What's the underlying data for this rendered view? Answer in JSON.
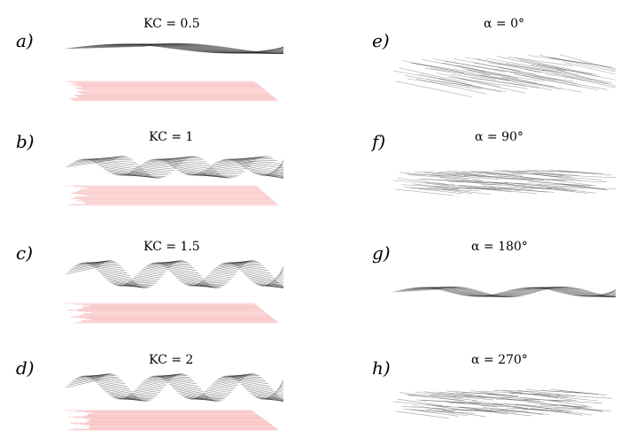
{
  "figure": {
    "left_column": {
      "panels": [
        {
          "label": "a)",
          "title": "KC = 0.5"
        },
        {
          "label": "b)",
          "title": "KC = 1"
        },
        {
          "label": "c)",
          "title": "KC = 1.5"
        },
        {
          "label": "d)",
          "title": "KC = 2"
        }
      ]
    },
    "right_column": {
      "panels": [
        {
          "label": "e)",
          "title": "α = 0°"
        },
        {
          "label": "f)",
          "title": "α = 90°"
        },
        {
          "label": "g)",
          "title": "α = 180°"
        },
        {
          "label": "h)",
          "title": "α = 270°"
        }
      ]
    }
  },
  "colors": {
    "lines_dark": "#2a2a2a",
    "lines_red": "#f06a6a",
    "text": "#000000"
  }
}
